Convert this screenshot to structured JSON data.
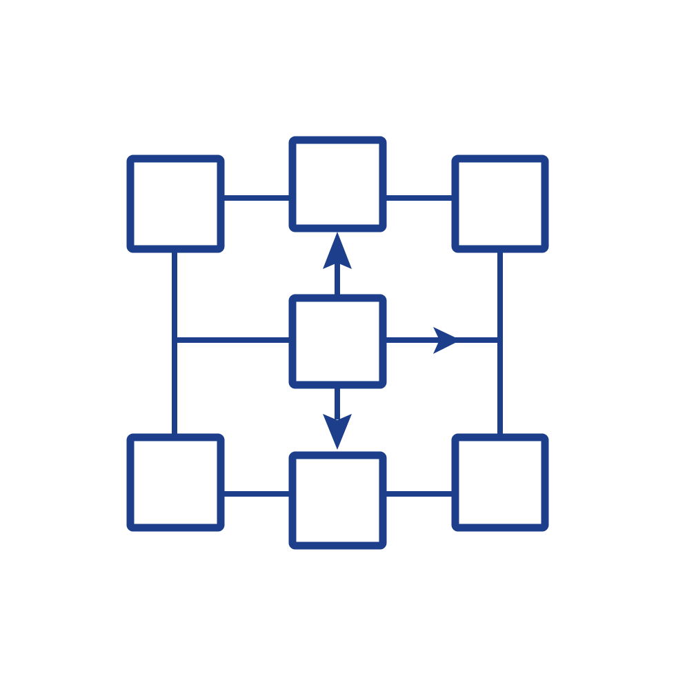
{
  "diagram": {
    "colors": {
      "stroke": "#1d3f8b",
      "background": "#ffffff"
    },
    "nodes": [
      {
        "id": "top-left"
      },
      {
        "id": "top-center"
      },
      {
        "id": "top-right"
      },
      {
        "id": "center"
      },
      {
        "id": "bottom-left"
      },
      {
        "id": "bottom-center"
      },
      {
        "id": "bottom-right"
      }
    ],
    "connections": [
      {
        "from": "top-left",
        "to": "top-center",
        "directed": false
      },
      {
        "from": "top-center",
        "to": "top-right",
        "directed": false
      },
      {
        "from": "bottom-left",
        "to": "bottom-center",
        "directed": false
      },
      {
        "from": "bottom-center",
        "to": "bottom-right",
        "directed": false
      },
      {
        "from": "top-left",
        "to": "bottom-left",
        "directed": false
      },
      {
        "from": "top-right",
        "to": "bottom-right",
        "directed": false
      },
      {
        "from": "center",
        "to": "left-vertical-link",
        "directed": false
      },
      {
        "from": "center",
        "to": "top-center",
        "directed": true
      },
      {
        "from": "center",
        "to": "right-vertical-link",
        "directed": true
      },
      {
        "from": "center",
        "to": "bottom-center",
        "directed": true
      }
    ]
  }
}
